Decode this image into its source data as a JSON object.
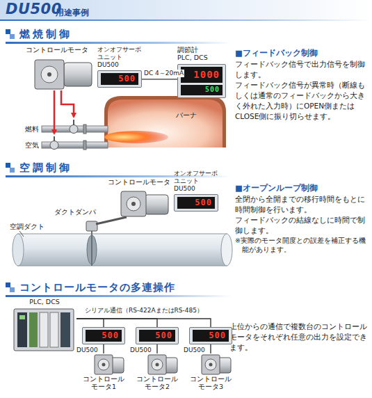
{
  "diagram": {
    "title": "DU500",
    "nodes": [
      {
        "text": [
          "コントロールモータ"
        ]
      },
      {
        "text": [
          "オンオフサーボ ユニット DU500",
          "500"
        ]
      },
      {
        "text": [
          "調節計 PLC, DCS",
          "1000",
          "500"
        ]
      },
      {
        "text": [
          "バーナ"
        ]
      },
      {
        "text": [
          "コントロールモータ"
        ]
      },
      {
        "text": [
          "オンオフサーボ ユニット DU500",
          "500"
        ]
      },
      {
        "text": [
          "PLC, DCS"
        ]
      },
      {
        "text": [
          "DU500",
          "500"
        ]
      },
      {
        "text": [
          "DU500",
          "500"
        ]
      },
      {
        "text": [
          "DU500",
          "500"
        ]
      },
      {
        "text": [
          "コントロール モータ1"
        ]
      },
      {
        "text": [
          "コントロール モータ2"
        ]
      },
      {
        "text": [
          "コントロール モータ3"
        ]
      }
    ],
    "edges": [
      {
        "from": 1,
        "to": 2,
        "label": "DC 4～20mA",
        "arrow": "none"
      },
      {
        "from": 6,
        "to": 7,
        "arrow": "none"
      },
      {
        "from": 6,
        "to": 8,
        "arrow": "none"
      },
      {
        "from": 6,
        "to": 9,
        "arrow": "none"
      },
      {
        "from": 7,
        "to": 10,
        "arrow": "none"
      },
      {
        "from": 8,
        "to": 11,
        "arrow": "none"
      },
      {
        "from": 9,
        "to": 12,
        "arrow": "none"
      }
    ],
    "labels": [
      "用途事例",
      "燃焼制御",
      "燃料",
      "空気",
      "■フィードバック制御",
      "フィードバック信号で出力信号を制御します。",
      "フィードバック信号が異常時（断線もしくは通常のフィードバックから大きく外れた入力時）にOPEN側またはCLOSE側に振り切らせます。",
      "空調制御",
      "ダクトダンパ",
      "空調ダクト",
      "■オープンループ制御",
      "全閉から全開までの移行時間をもとに時間制御を行います。",
      "フィードバックの結線なしに時間で制御します。",
      "※実際のモータ開度との誤差を補正する機能があります。",
      "コントロールモータの多連操作",
      "シリアル通信（RS-422AまたはRS-485）",
      "上位からの通信で複数台のコントロールモータをそれぞれ任意の出力を設定できます。"
    ]
  }
}
